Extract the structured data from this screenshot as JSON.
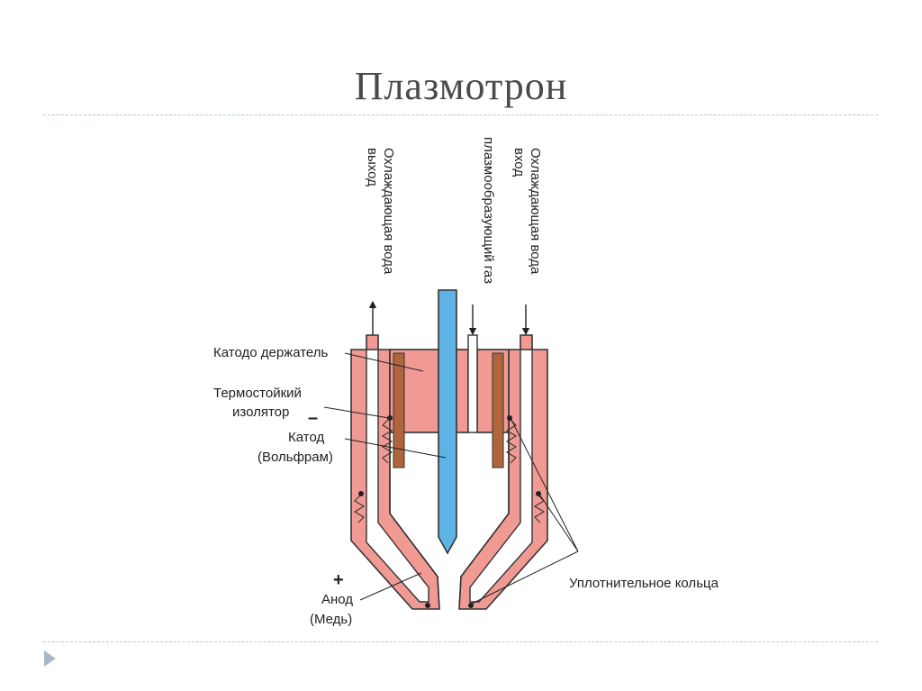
{
  "title": "Плазмотрон",
  "labels": {
    "water_out_line1": "Охлаждающая вода",
    "water_out_line2": "выход",
    "gas": "плазмообразующий газ",
    "water_in_line1": "Охлаждающая вода",
    "water_in_line2": "вход",
    "cathode_holder": "Катодо держатель",
    "insulator_line1": "Термостойкий",
    "insulator_line2": "изолятор",
    "minus": "–",
    "cathode_line1": "Катод",
    "cathode_line2": "(Вольфрам)",
    "plus": "+",
    "anode_line1": "Анод",
    "anode_line2": "(Медь)",
    "seal_rings": "Уплотнительное кольца"
  },
  "colors": {
    "body": "#f19a94",
    "outline": "#333333",
    "electrode": "#5db4e4",
    "insulator": "#b0653a"
  }
}
